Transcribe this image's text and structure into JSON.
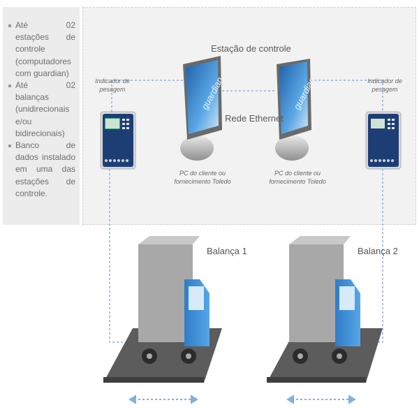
{
  "sidebar": {
    "bullets": [
      "Até 02 estações de controle (computadores com guardian)",
      "Até 02 balanças (unidirecionais e/ou bidirecionais)",
      "Banco de dados instalado em uma das estações de controle."
    ]
  },
  "diagram": {
    "station_title": "Estação de controle",
    "network_label": "Rede Ethernet",
    "monitor_brand": "guardian",
    "indicator_left": "Indicador de pesagem",
    "indicator_right": "Indicador de pesagem",
    "pc_left": "PC do cliente ou fornecimento Toledo",
    "pc_right": "PC do cliente ou fornecimento Toledo",
    "scale_1": "Balança 1",
    "scale_2": "Balança 2"
  },
  "colors": {
    "dashed_line": "#a9c2de",
    "cab_blue": "#3f8fd6",
    "platform": "#5c5c5c",
    "cargo_box": "#a8a8a8"
  }
}
